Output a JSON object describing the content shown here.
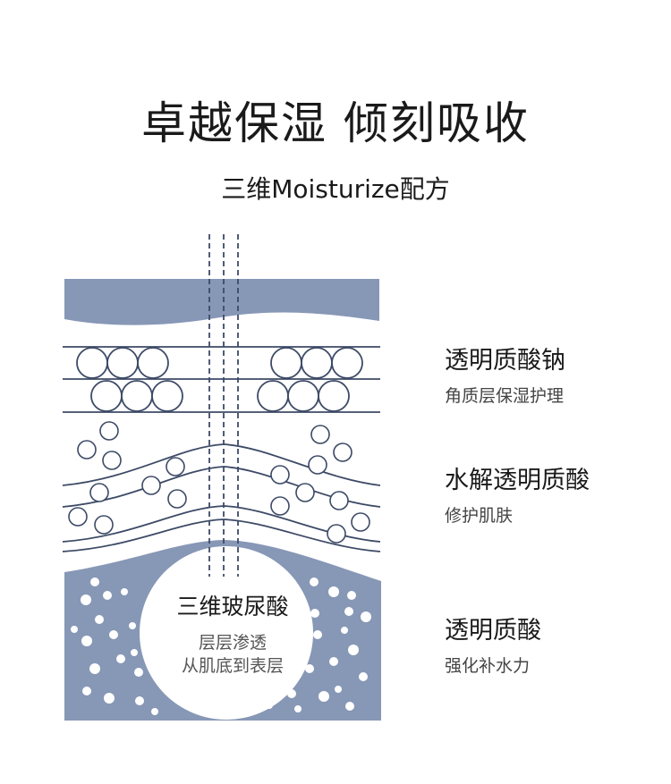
{
  "header": {
    "title": "卓越保湿  倾刻吸收",
    "subtitle": "三维Moisturize配方"
  },
  "layers": [
    {
      "name": "透明质酸钠",
      "desc": "角质层保湿护理"
    },
    {
      "name": "水解透明质酸",
      "desc": "修护肌肤"
    },
    {
      "name": "透明质酸",
      "desc": "强化补水力"
    }
  ],
  "circle": {
    "title": "三维玻尿酸",
    "line1": "层层渗透",
    "line2": "从肌底到表层"
  },
  "colors": {
    "layer_fill": "#8797b6",
    "line": "#3d4a66",
    "dots": "#ffffff",
    "text": "#1a1a1a"
  }
}
